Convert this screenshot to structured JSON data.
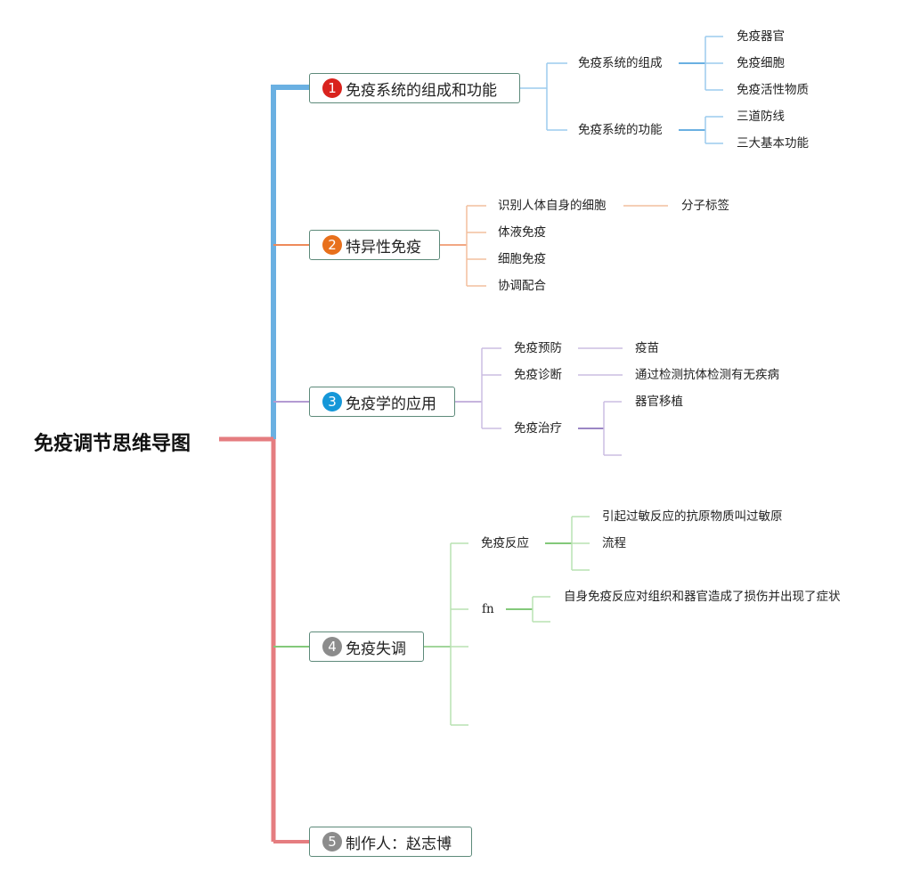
{
  "root": "免疫调节思维导图",
  "branches": [
    {
      "number": "1",
      "label": "免疫系统的组成和功能",
      "color": "#6ab0e2",
      "children": [
        {
          "label": "免疫系统的组成",
          "children": [
            "免疫器官",
            "免疫细胞",
            "免疫活性物质"
          ]
        },
        {
          "label": "免疫系统的功能",
          "children": [
            "三道防线",
            "三大基本功能"
          ]
        }
      ]
    },
    {
      "number": "2",
      "label": "特异性免疫",
      "color": "#ee8a5a",
      "children": [
        {
          "label": "识别人体自身的细胞",
          "children": [
            "分子标签"
          ]
        },
        {
          "label": "体液免疫"
        },
        {
          "label": "细胞免疫"
        },
        {
          "label": "协调配合"
        }
      ]
    },
    {
      "number": "3",
      "label": "免疫学的应用",
      "color": "#b39bd2",
      "children": [
        {
          "label": "免疫预防",
          "children": [
            "疫苗"
          ]
        },
        {
          "label": "免疫诊断",
          "children": [
            "通过检测抗体检测有无疾病"
          ]
        },
        {
          "label": "免疫治疗",
          "children": [
            "器官移植"
          ]
        }
      ]
    },
    {
      "number": "4",
      "label": "免疫失调",
      "color": "#83c97a",
      "children": [
        {
          "label": "免疫反应",
          "children": [
            "引起过敏反应的抗原物质叫过敏原",
            "流程"
          ]
        },
        {
          "label": "fn",
          "children": [
            "自身免疫反应对组织和器官造成了损伤并出现了症状"
          ]
        }
      ]
    },
    {
      "number": "5",
      "label": "制作人：赵志博",
      "color": "#e57d80"
    }
  ]
}
